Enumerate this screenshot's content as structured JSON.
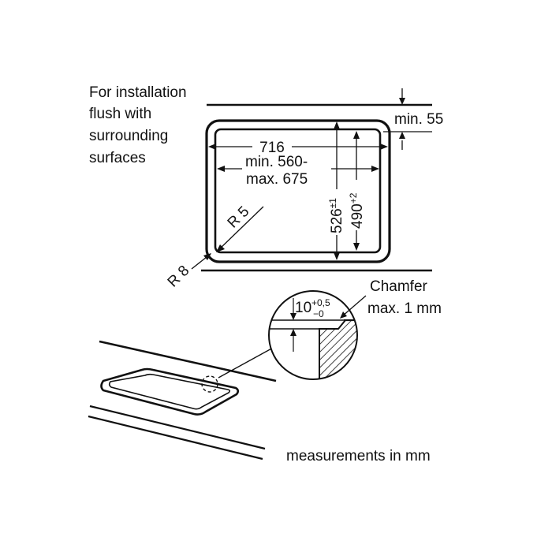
{
  "note": {
    "lines": [
      "For installation",
      "flush with",
      "surrounding",
      "surfaces"
    ]
  },
  "dimensions": {
    "min_depth": "min. 55",
    "outer_width": "716",
    "cutout_width_min": "min. 560-",
    "cutout_width_max": "max. 675",
    "outer_depth": "526",
    "outer_depth_tol": "±1",
    "cutout_depth": "490",
    "cutout_depth_tol": "+2",
    "inner_radius": "R 5",
    "outer_radius": "R 8"
  },
  "detail": {
    "step_depth": "10",
    "step_tol_plus": "+0,5",
    "step_tol_minus": "−0",
    "chamfer_title": "Chamfer",
    "chamfer_value": "max. 1 mm"
  },
  "footer": {
    "units": "measurements in mm"
  },
  "colors": {
    "line": "#111111",
    "background": "#ffffff"
  }
}
